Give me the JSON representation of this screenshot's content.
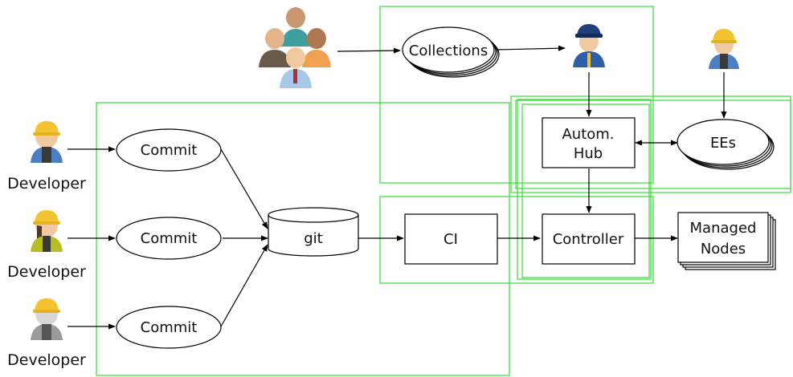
{
  "colors": {
    "group_border": "#33dd33",
    "hardhat": "#f2c230",
    "dev_shirt_blue": "#4a7fc4",
    "dev_shirt_olive": "#b7bd22",
    "dev_shirt_gray": "#9a9a9a",
    "officer_uniform": "#2d5fa8"
  },
  "actors": {
    "developer_1": "Developer",
    "developer_2": "Developer",
    "developer_3": "Developer"
  },
  "nodes": {
    "commit_1": "Commit",
    "commit_2": "Commit",
    "commit_3": "Commit",
    "git": "git",
    "ci": "CI",
    "collections": "Collections",
    "autom_hub_line1": "Autom.",
    "autom_hub_line2": "Hub",
    "ees": "EEs",
    "controller": "Controller",
    "managed_nodes_line1": "Managed",
    "managed_nodes_line2": "Nodes"
  },
  "icons": {
    "community": "group-of-people-icon",
    "developer": "construction-worker-icon",
    "operator": "police-officer-icon"
  }
}
